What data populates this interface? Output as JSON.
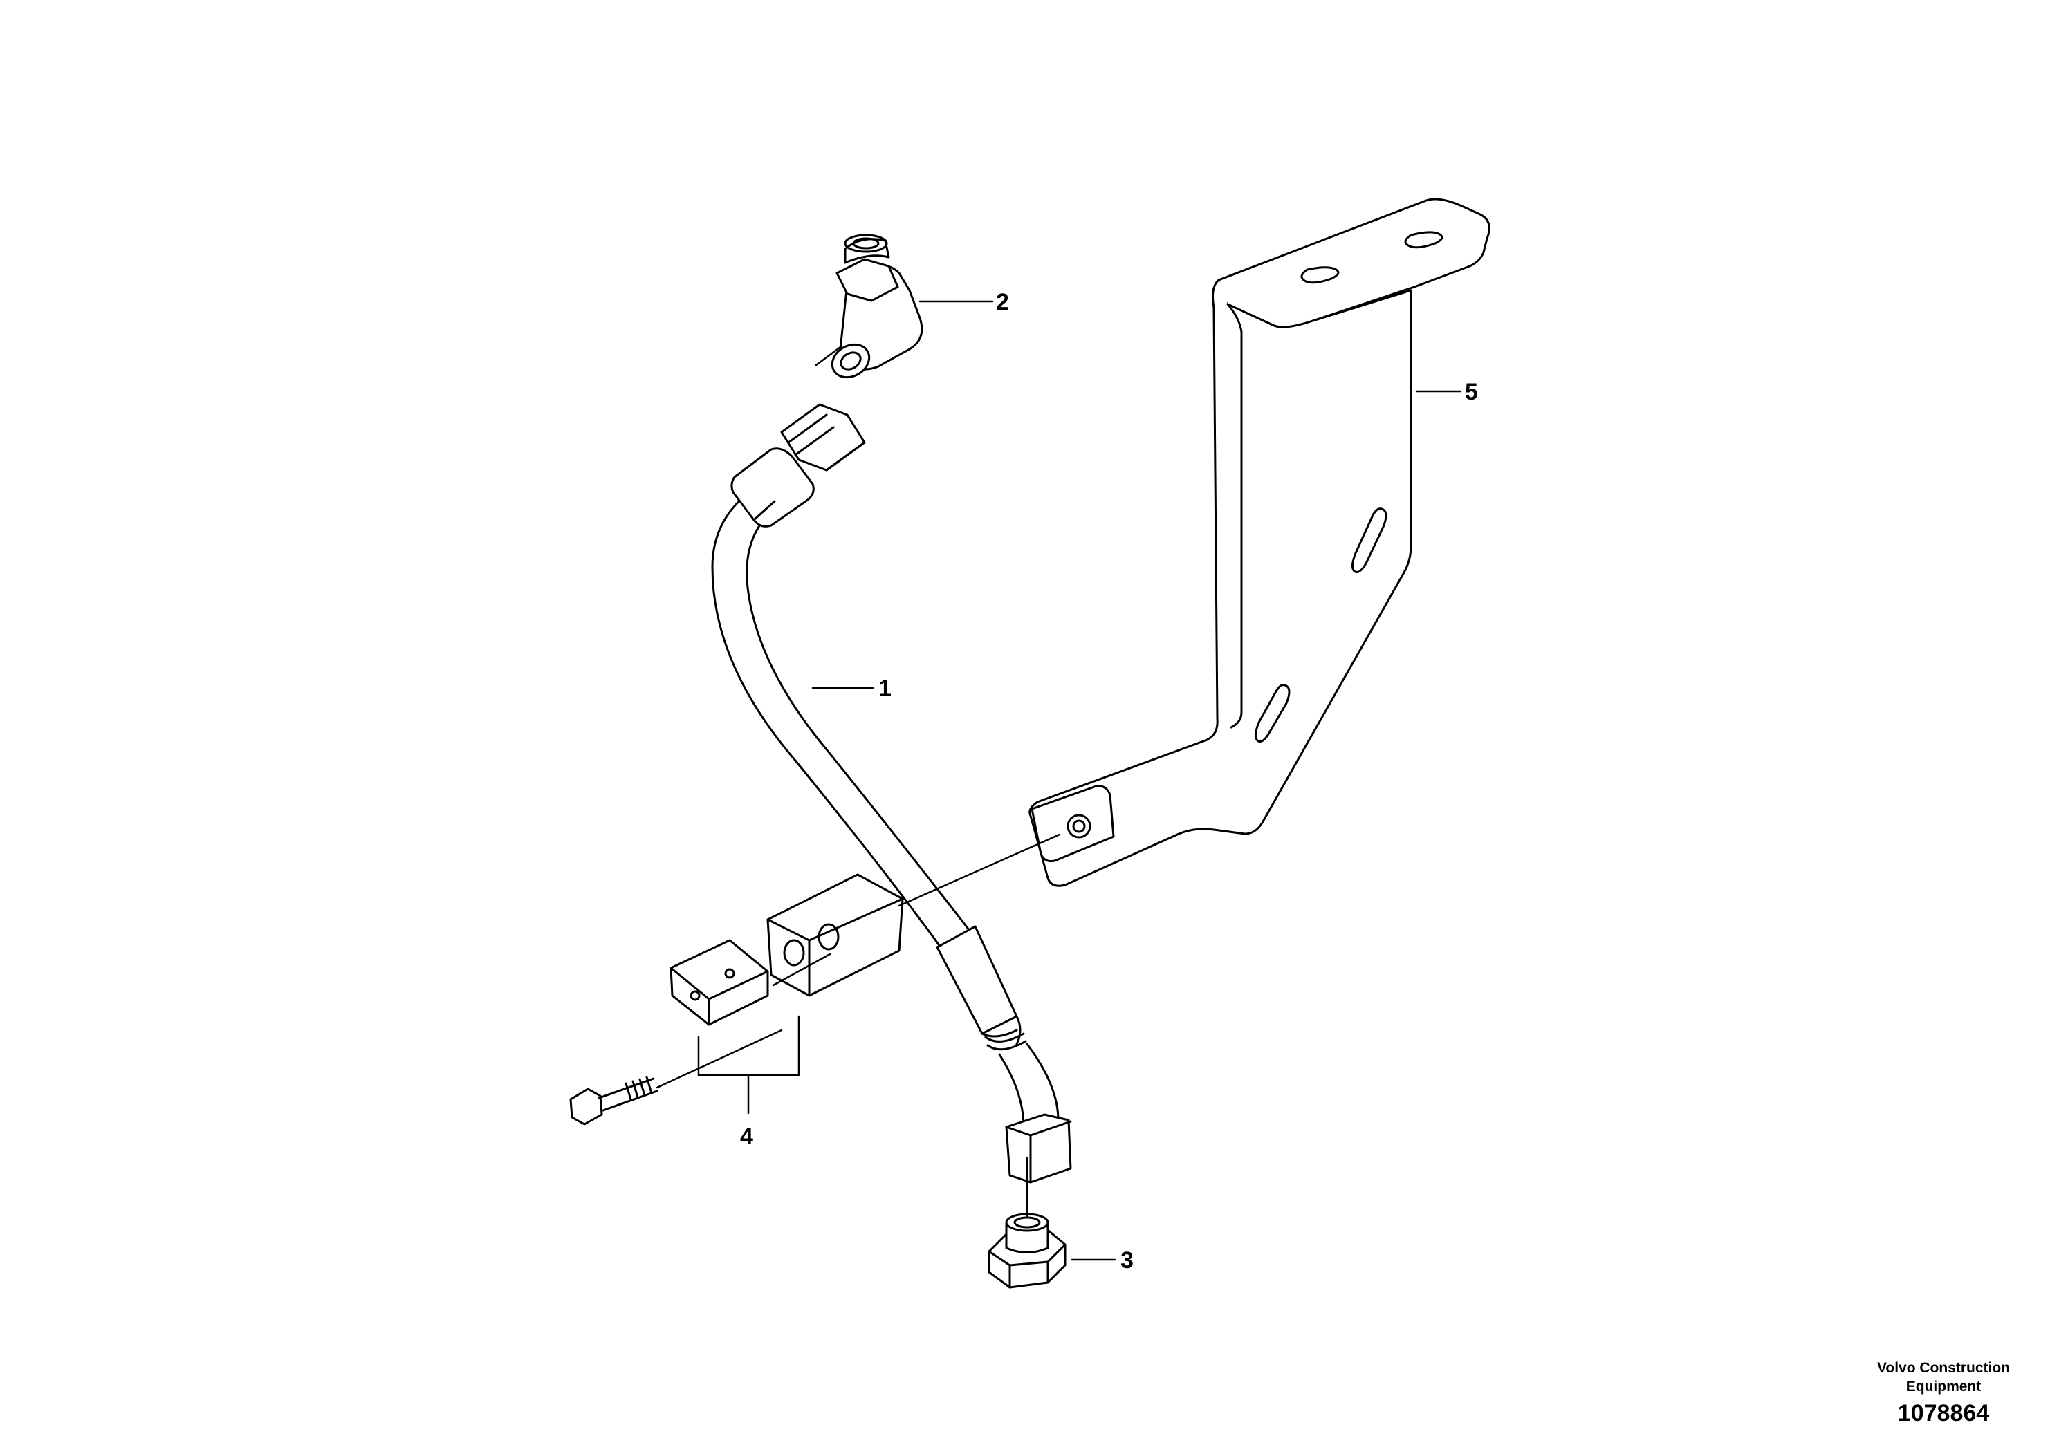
{
  "callouts": [
    {
      "id": "1",
      "label": "1"
    },
    {
      "id": "2",
      "label": "2"
    },
    {
      "id": "3",
      "label": "3"
    },
    {
      "id": "4",
      "label": "4"
    },
    {
      "id": "5",
      "label": "5"
    }
  ],
  "footer": {
    "company_line1": "Volvo Construction",
    "company_line2": "Equipment",
    "drawing_number": "1078864"
  }
}
